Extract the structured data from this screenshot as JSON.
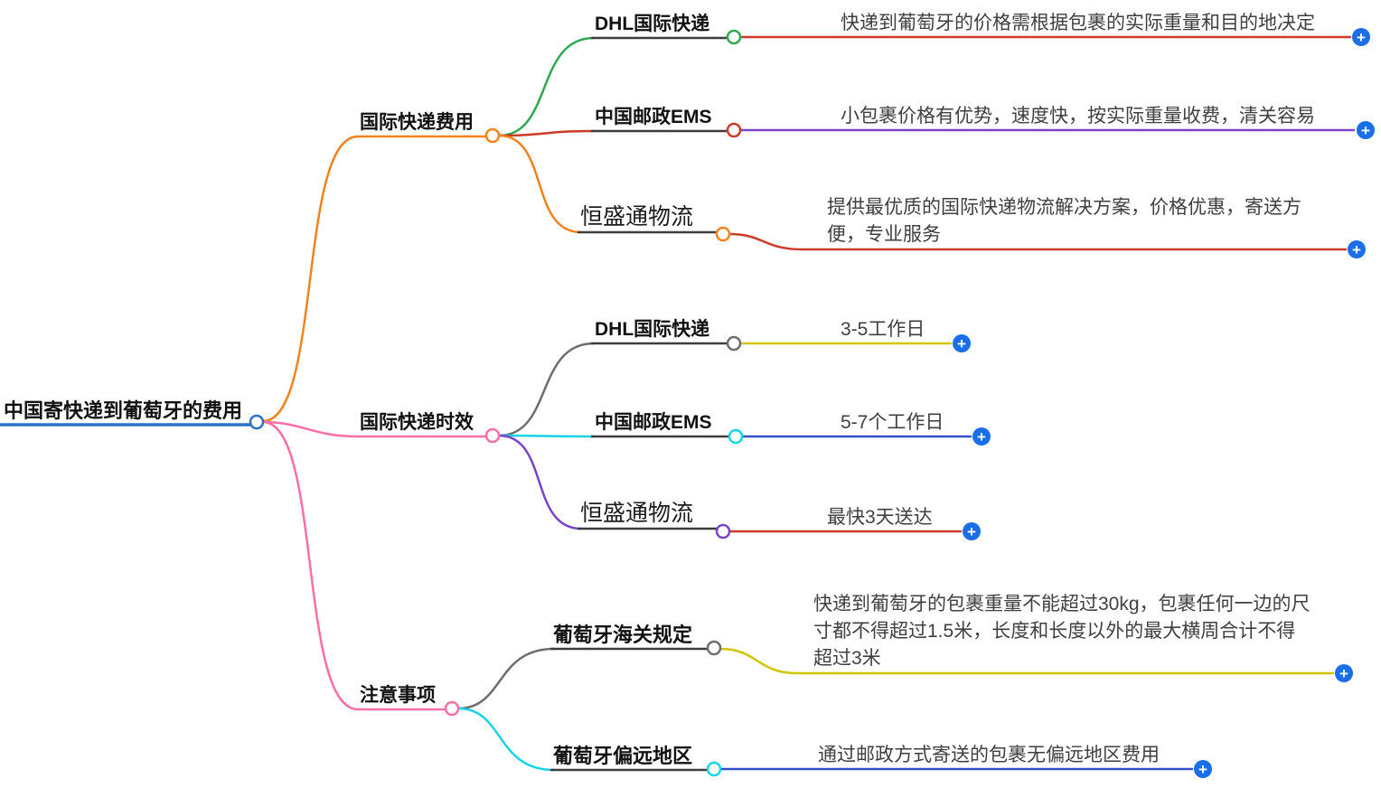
{
  "root": {
    "label": "中国寄快递到葡萄牙的费用"
  },
  "branches": [
    {
      "label": "国际快递费用",
      "children": [
        {
          "label": "DHL国际快递",
          "detail": "快递到葡萄牙的价格需根据包裹的实际重量和目的地决定"
        },
        {
          "label": "中国邮政EMS",
          "detail": "小包裹价格有优势，速度快，按实际重量收费，清关容易"
        },
        {
          "label": "恒盛通物流",
          "detail": "提供最优质的国际快递物流解决方案，价格优惠，寄送方便，专业服务"
        }
      ]
    },
    {
      "label": "国际快递时效",
      "children": [
        {
          "label": "DHL国际快递",
          "detail": "3-5工作日"
        },
        {
          "label": "中国邮政EMS",
          "detail": "5-7个工作日"
        },
        {
          "label": "恒盛通物流",
          "detail": "最快3天送达"
        }
      ]
    },
    {
      "label": "注意事项",
      "children": [
        {
          "label": "葡萄牙海关规定",
          "detail": "快递到葡萄牙的包裹重量不能超过30kg，包裹任何一边的尺寸都不得超过1.5米，长度和长度以外的最大横周合计不得超过3米"
        },
        {
          "label": "葡萄牙偏远地区",
          "detail": "通过邮政方式寄送的包裹无偏远地区费用"
        }
      ]
    }
  ],
  "ui": {
    "expand_glyph": "+"
  },
  "colors": {
    "root_line": "#2a72c4",
    "branch_cost": "#f0831c",
    "branch_time": "#fb6fa8",
    "branch_notes": "#fb6fa8",
    "green": "#2fa84f",
    "red": "#cc3a28",
    "purple": "#7b44c8",
    "gray": "#6e6e6e",
    "cyan": "#17d4e8",
    "yellow": "#d2c400",
    "blue": "#3550c8",
    "dark_underline": "#3d3d3d",
    "expand_button": "#1a6fe8"
  }
}
